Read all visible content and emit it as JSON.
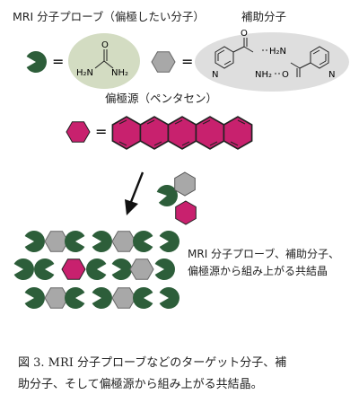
{
  "labels": {
    "mri_probe": "MRI 分子プローブ（偏極したい分子）",
    "auxiliary": "補助分子",
    "polarizer": "偏極源（ペンタセン）",
    "eq1": "=",
    "eq2": "=",
    "eq3": "=",
    "crystal_line1": "MRI 分子プローブ、補助分子、",
    "crystal_line2": "偏極源から組み上がる共結晶"
  },
  "chem": {
    "urea_o": "O",
    "urea_nh2_left": "H₂N",
    "urea_nh2_right": "NH₂",
    "nic_o_top": "O",
    "nic_h2n_top": "H₂N",
    "nic_nh2_bottom": "NH₂",
    "nic_o_bottom": "O",
    "nic_n_left": "N",
    "nic_n_right": "N"
  },
  "caption": {
    "line1": "図 3. MRI 分子プローブなどのターゲット分子、補",
    "line2": "助分子、そして偏極源から組み上がる共結晶。"
  },
  "colors": {
    "probe_green": "#2d5e3a",
    "aux_gray": "#a8a8a8",
    "pentacene_magenta": "#c8216e",
    "urea_bg": "#d3dcc2",
    "nic_bg": "#dedede"
  }
}
